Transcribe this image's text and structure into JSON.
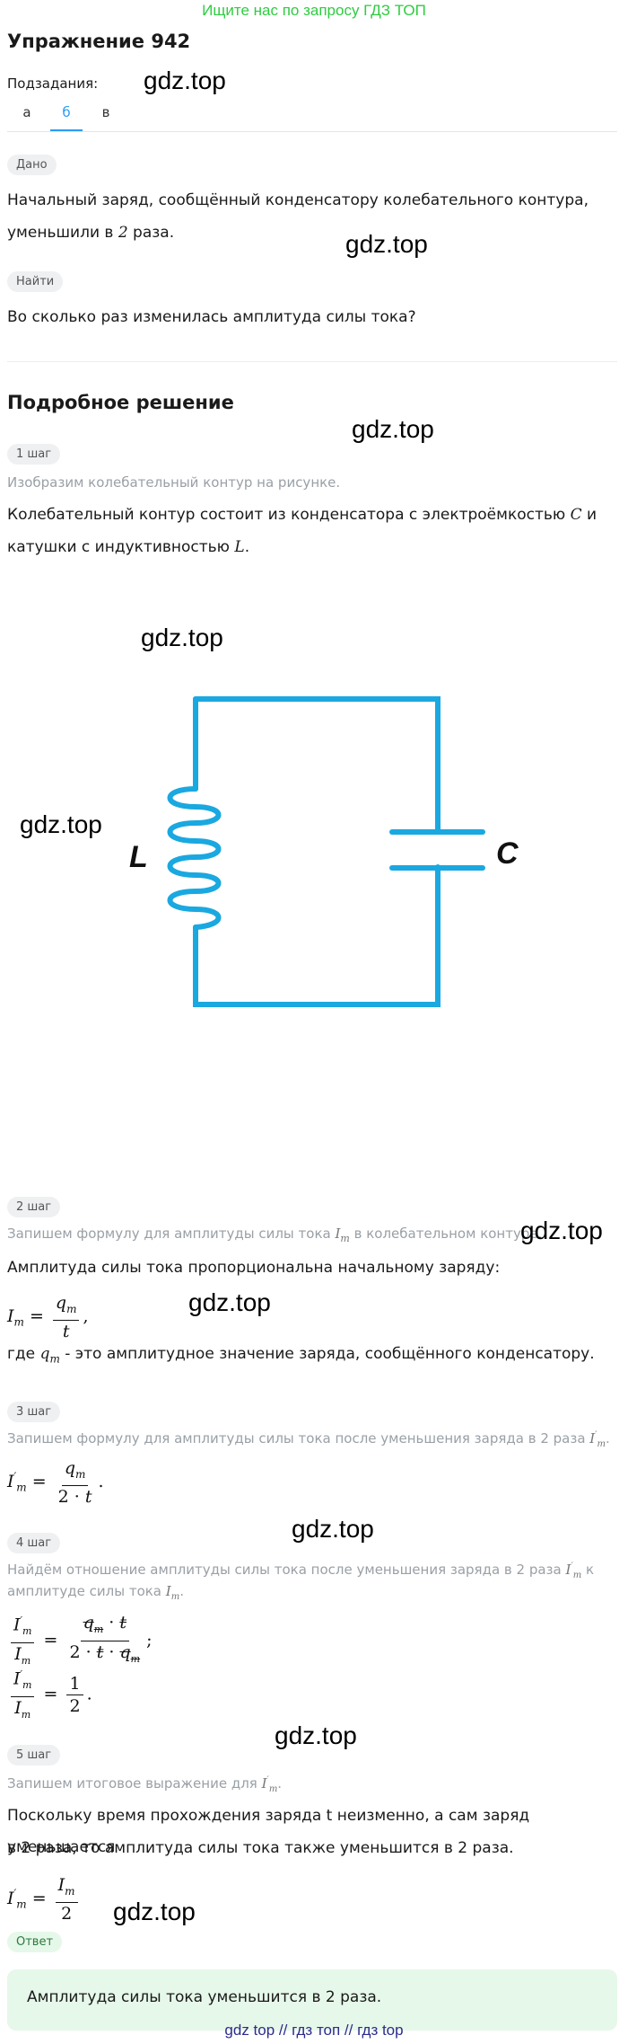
{
  "banner": "Ищите нас по запросу ГДЗ ТОП",
  "title": "Упражнение 942",
  "subtasks_label": "Подзадания:",
  "tabs": [
    "а",
    "б",
    "в"
  ],
  "watermark": "gdz.top",
  "given_pill": "Дано",
  "given_text_1": "Начальный заряд, сообщённый конденсатору колебательного контура,",
  "given_text_2_a": "уменьшили в ",
  "given_num": "2",
  "given_text_2_b": " раза.",
  "find_pill": "Найти",
  "find_text": "Во сколько раз изменилась амплитуда силы тока?",
  "solution_title": "Подробное решение",
  "steps": {
    "s1": {
      "pill": "1 шаг",
      "gray": "Изобразим колебательный контур на рисунке.",
      "text_1": "Колебательный контур состоит из конденсатора с электроёмкостью",
      "var_C": "C",
      "text_1b": " и",
      "text_2": "катушки с индуктивностью ",
      "var_L": "L",
      "text_2b": "."
    },
    "s2": {
      "pill": "2 шаг",
      "gray_a": "Запишем формулу для амплитуды силы тока ",
      "gray_var": "I",
      "gray_sub": "m",
      "gray_b": " в колебательном контуре.",
      "text": "Амплитуда силы тока пропорциональна начальному заряду:",
      "def_a": "где ",
      "def_var": "q",
      "def_sub": "m",
      "def_b": " - это амплитудное значение заряда, сообщённого конденсатору."
    },
    "s3": {
      "pill": "3 шаг",
      "gray": "Запишем формулу для амплитуды силы тока после уменьшения заряда в 2 раза "
    },
    "s4": {
      "pill": "4 шаг",
      "gray_1": "Найдём отношение амплитуды силы тока после уменьшения заряда в 2 раза ",
      "gray_1b": " к",
      "gray_2": "амплитуде силы тока "
    },
    "s5": {
      "pill": "5 шаг",
      "gray": "Запишем итоговое выражение для ",
      "text_1": "Поскольку время прохождения заряда t неизменно, а сам заряд уменьшается",
      "text_2": "в 2 раза, то амплитуда силы тока также уменьшится в 2 раза."
    }
  },
  "diagram": {
    "label_L": "L",
    "label_C": "C",
    "color": "#1aa8e0"
  },
  "math": {
    "I": "I",
    "m": "m",
    "q": "q",
    "t": "t",
    "prime": "′",
    "eq": "=",
    "two": "2",
    "one": "1",
    "dot": "·",
    "comma": ",",
    "period": ".",
    "semicolon": ";"
  },
  "answer_pill": "Ответ",
  "answer_text": "Амплитуда силы тока уменьшится в 2 раза.",
  "footer": "gdz top  //  гдз топ  //  гдз top"
}
